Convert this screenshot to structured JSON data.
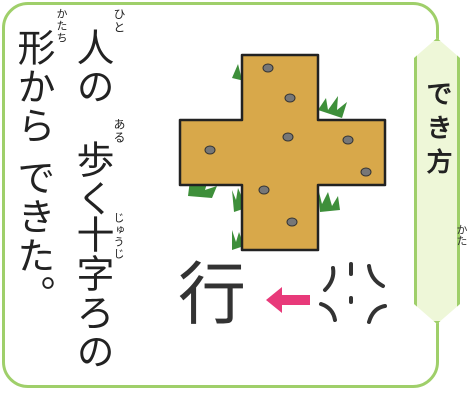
{
  "body_text": {
    "col1": "人の",
    "col2": "形から",
    "col3": "歩く",
    "col4": "できた。",
    "col5": "十字ろの",
    "furigana_hito": "ひと",
    "furigana_katachi": "かたち",
    "furigana_aru": "ある",
    "furigana_juuji": "じゅうじ"
  },
  "evolution": {
    "modern_kanji": "行",
    "arrow": "left-arrow",
    "ancient_glyph": "crossroads-glyph"
  },
  "side_tab": {
    "label": "でき方",
    "furigana_kata": "かた"
  },
  "colors": {
    "border_green": "#9fcf6a",
    "road_brown": "#d8a84a",
    "arrow_pink": "#e83a7a",
    "grass_green": "#3e8f3a"
  }
}
